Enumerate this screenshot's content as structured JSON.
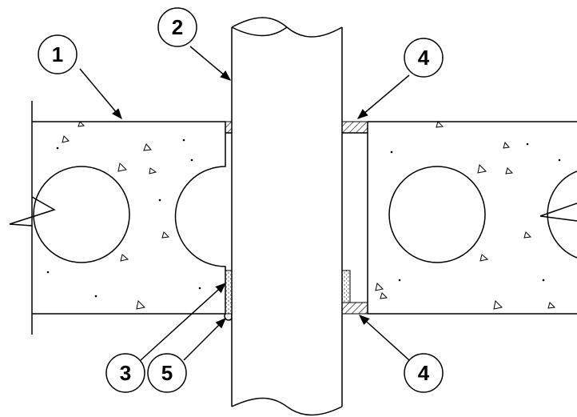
{
  "callouts": {
    "c1": "1",
    "c2": "2",
    "c3": "3",
    "c4a": "4",
    "c4b": "4",
    "c5": "5"
  },
  "colors": {
    "line": "#000000",
    "background": "#ffffff"
  }
}
